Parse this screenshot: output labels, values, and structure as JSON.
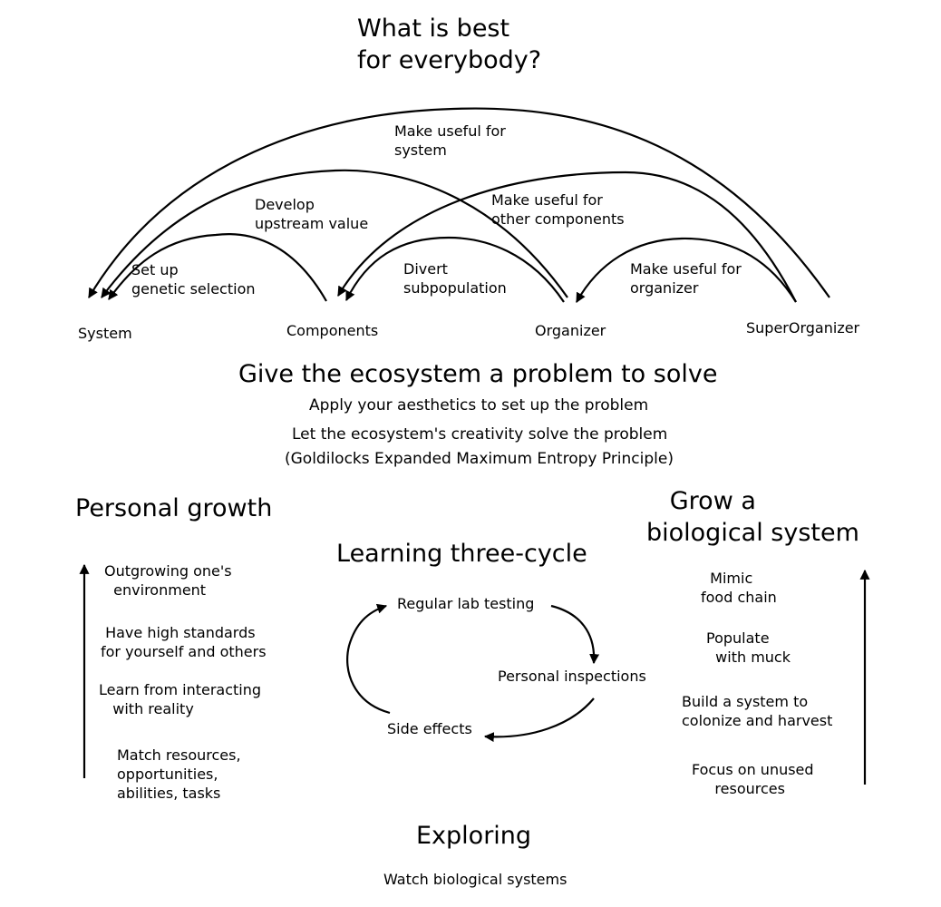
{
  "top": {
    "title": "What is best\nfor everybody?",
    "nodes": {
      "system": "System",
      "components": "Components",
      "organizer": "Organizer",
      "superorganizer": "SuperOrganizer"
    },
    "arc_labels": {
      "make_useful_system": "Make useful for\nsystem",
      "develop_upstream": "Develop\nupstream value",
      "make_useful_components": "Make useful for\nother components",
      "set_up_genetic": "Set up\ngenetic selection",
      "divert_subpopulation": "Divert\nsubpopulation",
      "make_useful_organizer": "Make useful for\norganizer"
    }
  },
  "problem": {
    "heading": "Give the ecosystem a problem to solve",
    "line1": "Apply your aesthetics to set up the problem",
    "line2": "Let the ecosystem's creativity solve the problem",
    "line3": "(Goldilocks Expanded Maximum Entropy Principle)"
  },
  "personal_growth": {
    "heading": "Personal growth",
    "items": [
      "Outgrowing one's\n  environment",
      " Have high standards\nfor yourself and others",
      "Learn from interacting\n   with reality",
      "Match resources,\nopportunities,\nabilities, tasks"
    ]
  },
  "learning_cycle": {
    "heading": "Learning three-cycle",
    "steps": [
      "Regular lab testing",
      "Personal inspections",
      "Side effects"
    ]
  },
  "biological_system": {
    "heading": "   Grow a\nbiological system",
    "items": [
      "  Mimic\nfood chain",
      "Populate\n  with muck",
      "Build a system to\ncolonize and harvest",
      "Focus on unused\n     resources"
    ]
  },
  "exploring": {
    "heading": "Exploring",
    "text": "Watch biological systems"
  }
}
